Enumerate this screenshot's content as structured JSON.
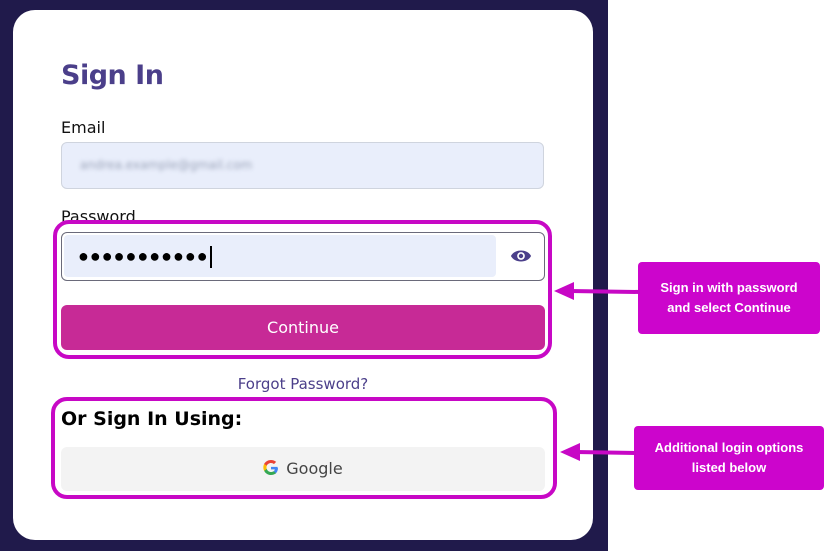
{
  "signin": {
    "title": "Sign In",
    "email_label": "Email",
    "email_value": "andrea.example@gmail.com",
    "password_label": "Password",
    "password_masked": "●●●●●●●●●●●",
    "continue_label": "Continue",
    "forgot_label": "Forgot Password?",
    "or_label": "Or Sign In Using:",
    "google_label": "Google"
  },
  "annotations": {
    "password_callout": "Sign in with password and select Continue",
    "options_callout": "Additional login options listed below"
  },
  "colors": {
    "background_dark": "#201a4b",
    "accent_button": "#c72a96",
    "title_purple": "#4b3f8a",
    "highlight_magenta": "#c708c5",
    "input_fill": "#e9eefb"
  },
  "icons": {
    "password_toggle": "eye-icon",
    "google_logo": "google-logo-icon"
  }
}
